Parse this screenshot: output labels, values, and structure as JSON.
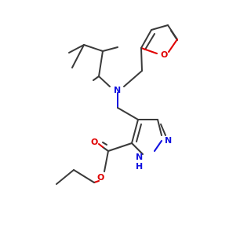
{
  "molecule": {
    "atoms": {
      "furan_oxygen": {
        "symbol": "O",
        "color": "#e00000"
      },
      "amine_nitrogen": {
        "symbol": "N",
        "color": "#1010e0"
      },
      "pyrazole_n2": {
        "symbol": "N",
        "color": "#1010e0"
      },
      "pyrazole_n1h": {
        "symbol": "N",
        "h": "H",
        "color": "#1010e0"
      },
      "carbonyl_oxygen": {
        "symbol": "O",
        "color": "#e00000"
      },
      "ester_oxygen": {
        "symbol": "O",
        "color": "#e00000"
      }
    },
    "bond_color": "#3a3a3a"
  }
}
